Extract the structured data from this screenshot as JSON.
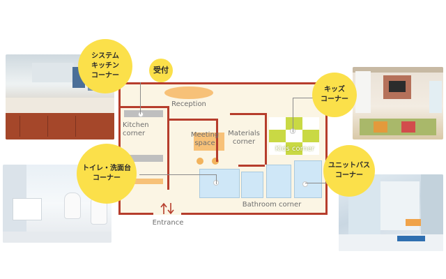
{
  "callouts": {
    "system_kitchen": "システム\nキッチン\nコーナー",
    "reception": "受付",
    "kids": "キッズ\nコーナー",
    "toilet_washroom": "トイレ・洗面台\nコーナー",
    "unit_bath": "ユニットバス\nコーナー"
  },
  "plan_labels": {
    "reception": "Reception",
    "kitchen": "Kitchen\ncorner",
    "meeting": "Meeting\nspace",
    "materials": "Materials\ncorner",
    "kids": "Kids corner",
    "bathroom": "Bathroom corner",
    "entrance": "Entrance"
  },
  "colors": {
    "wall": "#b63d2c",
    "floor": "#fbf5e4",
    "callout": "#fbe04a",
    "bath_blue": "#cfe7f7",
    "kids_green": "#c9d944",
    "accent_orange": "#f7c178"
  },
  "icons": {
    "entrance_arrows": "up-down-arrows-icon"
  }
}
